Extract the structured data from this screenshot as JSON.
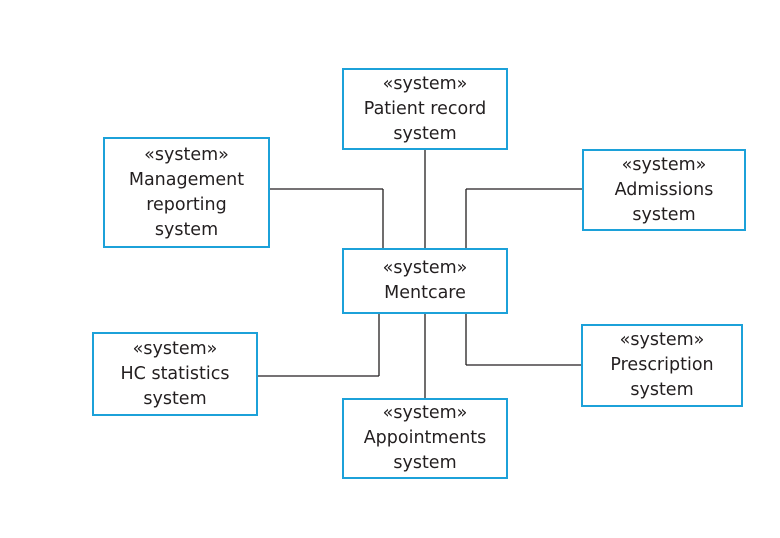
{
  "diagram": {
    "colors": {
      "box_border": "#1ca1d9",
      "connector": "#231f20",
      "text": "#231f20"
    },
    "nodes": [
      {
        "id": "patient",
        "stereotype": "«system»",
        "lines": [
          "Patient record",
          "system"
        ]
      },
      {
        "id": "management",
        "stereotype": "«system»",
        "lines": [
          "Management",
          "reporting",
          "system"
        ]
      },
      {
        "id": "admissions",
        "stereotype": "«system»",
        "lines": [
          "Admissions",
          "system"
        ]
      },
      {
        "id": "mentcare",
        "stereotype": "«system»",
        "lines": [
          "Mentcare"
        ]
      },
      {
        "id": "hcstats",
        "stereotype": "«system»",
        "lines": [
          "HC statistics",
          "system"
        ]
      },
      {
        "id": "prescription",
        "stereotype": "«system»",
        "lines": [
          "Prescription",
          "system"
        ]
      },
      {
        "id": "appointments",
        "stereotype": "«system»",
        "lines": [
          "Appointments",
          "system"
        ]
      }
    ],
    "edges": [
      {
        "from": "mentcare",
        "to": "patient"
      },
      {
        "from": "mentcare",
        "to": "management"
      },
      {
        "from": "mentcare",
        "to": "admissions"
      },
      {
        "from": "mentcare",
        "to": "hcstats"
      },
      {
        "from": "mentcare",
        "to": "prescription"
      },
      {
        "from": "mentcare",
        "to": "appointments"
      }
    ]
  }
}
